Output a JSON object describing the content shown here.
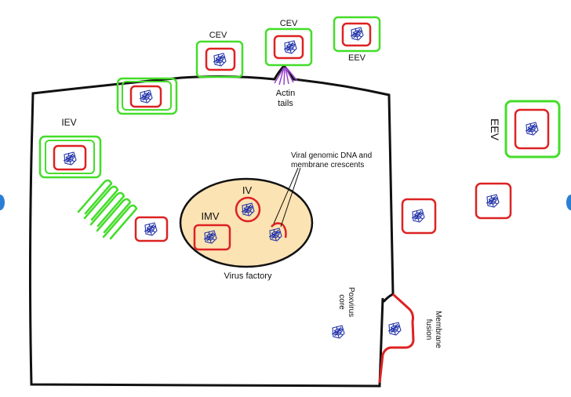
{
  "labels": {
    "cev_left": "CEV",
    "cev_top": "CEV",
    "eev_top": "EEV",
    "eev_right": "EEV",
    "iev": "IEV",
    "actin_line1": "Actin",
    "actin_line2": "tails",
    "iv": "IV",
    "imv": "IMV",
    "viral_dna_line1": "Viral genomic DNA and",
    "viral_dna_line2": "membrane crescents",
    "virus_factory": "Virus factory",
    "poxvirus_line1": "Poxvirus",
    "poxvirus_line2": "core",
    "membrane_line1": "Membrane",
    "membrane_line2": "fusion"
  },
  "colors": {
    "cell_outline": "#111111",
    "wrapping_membrane": "#44dd2a",
    "virion_membrane": "#dd2222",
    "viral_core": "#2233aa",
    "factory_fill": "#fbe3b4",
    "actin_tails": "#9944cc",
    "edge_marker": "#2a7fd4"
  }
}
